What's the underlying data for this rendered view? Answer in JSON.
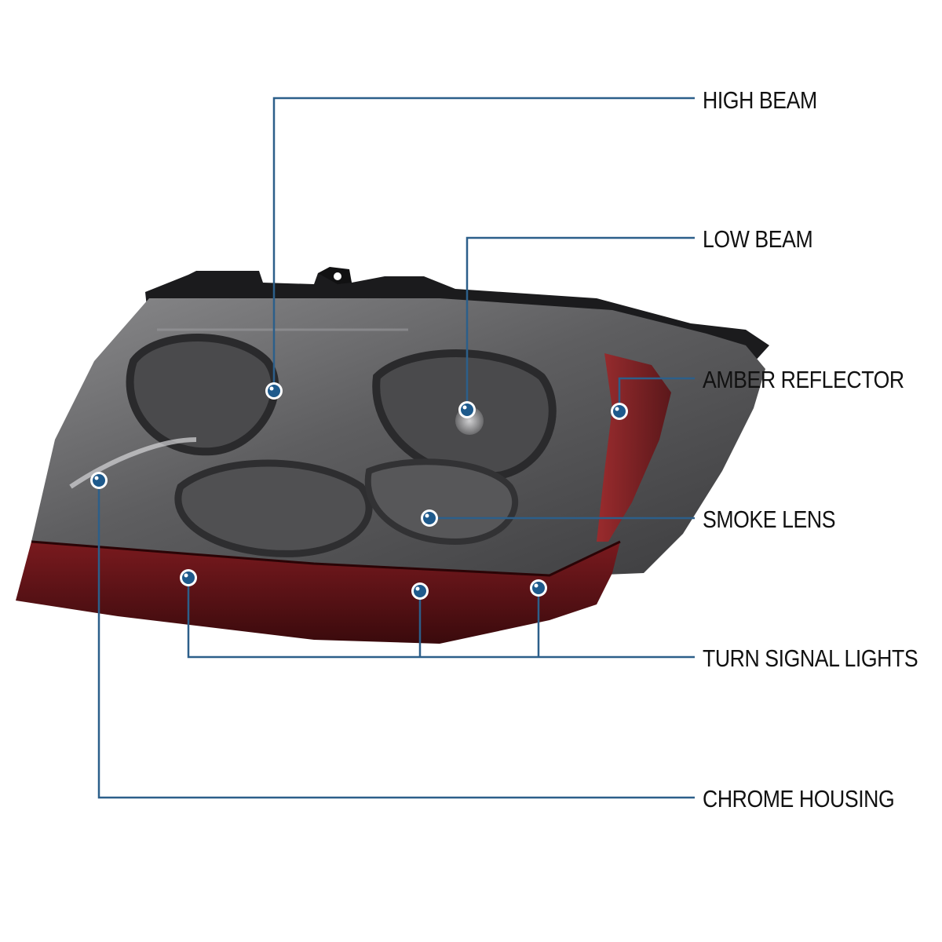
{
  "labels": {
    "high_beam": "HIGH BEAM",
    "low_beam": "LOW BEAM",
    "amber_reflector": "AMBER REFLECTOR",
    "smoke_lens": "SMOKE LENS",
    "turn_signal_lights": "TURN SIGNAL LIGHTS",
    "chrome_housing": "CHROME HOUSING"
  },
  "colors": {
    "callout_line": "#2c5f8a",
    "marker_fill": "#1e5a8c",
    "lens_smoke": "#5a5a5c",
    "housing_black": "#1a1a1c",
    "turn_signal_red": "#5e1216",
    "amber_reflector": "#8a1f1c"
  }
}
